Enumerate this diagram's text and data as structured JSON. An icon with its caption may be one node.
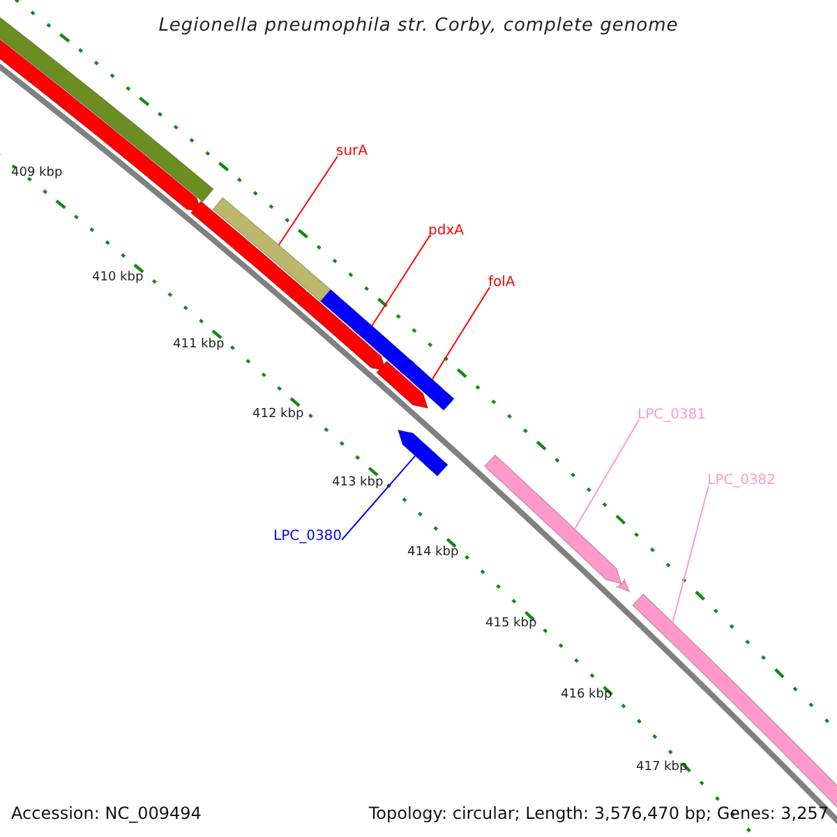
{
  "diagram": {
    "title": "Legionella pneumophila str. Corby, complete genome",
    "nodes": [
      {
        "text": [
          "surA"
        ]
      },
      {
        "text": [
          "pdxA"
        ]
      },
      {
        "text": [
          "folA"
        ]
      },
      {
        "text": [
          "LPC_0381"
        ]
      },
      {
        "text": [
          "LPC_0382"
        ]
      },
      {
        "text": [
          "LPC_0380"
        ]
      },
      {
        "text": [],
        "shape": "bar"
      },
      {
        "text": [],
        "shape": "bar"
      },
      {
        "text": [],
        "shape": "bar"
      },
      {
        "text": [],
        "shape": "bar"
      },
      {
        "text": [],
        "shape": "bar"
      },
      {
        "text": [],
        "shape": "bar"
      }
    ],
    "edges": [
      {
        "from": 0,
        "to": 6,
        "arrow": "none"
      },
      {
        "from": 1,
        "to": 7,
        "arrow": "none"
      },
      {
        "from": 2,
        "to": 8,
        "arrow": "none"
      },
      {
        "from": 3,
        "to": 10,
        "arrow": "none",
        "color": "#ff99cc"
      },
      {
        "from": 4,
        "to": 11,
        "arrow": "none",
        "color": "#ff99cc"
      },
      {
        "from": 5,
        "to": 9,
        "arrow": "none",
        "color": "#0000ff"
      }
    ],
    "labels": [
      "409 kbp",
      "410 kbp",
      "411 kbp",
      "412 kbp",
      "413 kbp",
      "414 kbp",
      "415 kbp",
      "416 kbp",
      "417 kbp",
      "Accession: NC_009494",
      "Topology: circular; Length: 3,576,470 bp; Genes: 3,257"
    ]
  }
}
